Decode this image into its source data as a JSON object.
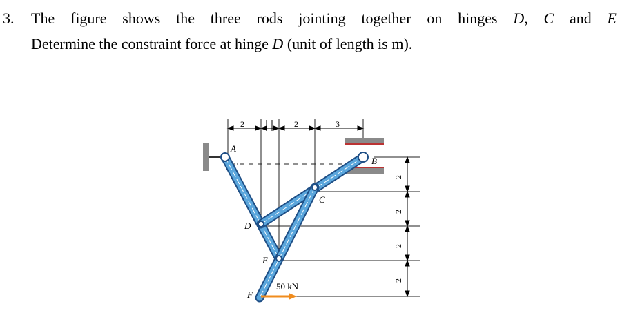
{
  "problem": {
    "number": "3.",
    "line1": {
      "prefix": "The figure shows the three rods jointing together on hinges ",
      "h1": "D",
      "sep1": ", ",
      "h2": "C",
      "sep2": " and ",
      "h3": "E"
    },
    "line2": {
      "prefix": "Determine the constraint force at hinge ",
      "h1": "D",
      "suffix": " (unit of length is m)."
    }
  },
  "figure": {
    "dimensions_top": [
      "2",
      "2",
      "3"
    ],
    "dimensions_right": [
      "2",
      "2",
      "2",
      "2"
    ],
    "points": {
      "A": "A",
      "B": "B",
      "C": "C",
      "D": "D",
      "E": "E",
      "F": "F"
    },
    "load_label": "50 kN",
    "colors": {
      "rod_fill": "#5aa6dc",
      "rod_edge": "#1f4f86",
      "load": "#f08c1e",
      "support": "#888888"
    }
  }
}
